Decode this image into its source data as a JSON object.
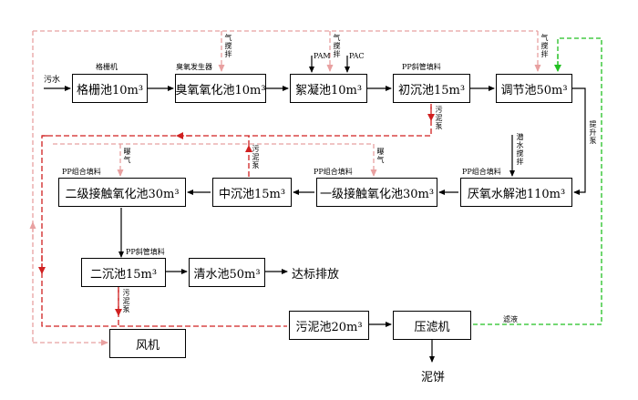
{
  "units": {
    "screen": "格栅池10m³",
    "ozone": "臭氧氧化池10m³",
    "floc": "絮凝池10m³",
    "primary": "初沉池15m³",
    "equal": "调节池50m³",
    "anaerobic": "厌氧水解池110m³",
    "contact1": "一级接触氧化池30m³",
    "mid": "中沉池15m³",
    "contact2": "二级接触氧化池30m³",
    "secondary": "二沉池15m³",
    "clear": "清水池50m³",
    "sludge": "污泥池20m³",
    "press": "压滤机",
    "blower": "风机"
  },
  "labels": {
    "inflow": "污水",
    "screen_equipment": "格栅机",
    "ozone_generator": "臭氧发生器",
    "inclined_packing": "PP斜管填料",
    "combined_packing": "PP组合填料",
    "pam": "PAM",
    "pac": "PAC",
    "air_stir": "气搅拌",
    "sludge_pump": "污泥泵",
    "aeration": "曝气",
    "lift_pump": "提升泵",
    "submersible_stir": "潜水搅拌",
    "discharge": "达标排放",
    "filtrate": "滤液",
    "sludge_cake": "泥饼"
  },
  "colors": {
    "process": "#000000",
    "air": "#e8a0a0",
    "sludge": "#d02020",
    "filtrate": "#22c022"
  }
}
